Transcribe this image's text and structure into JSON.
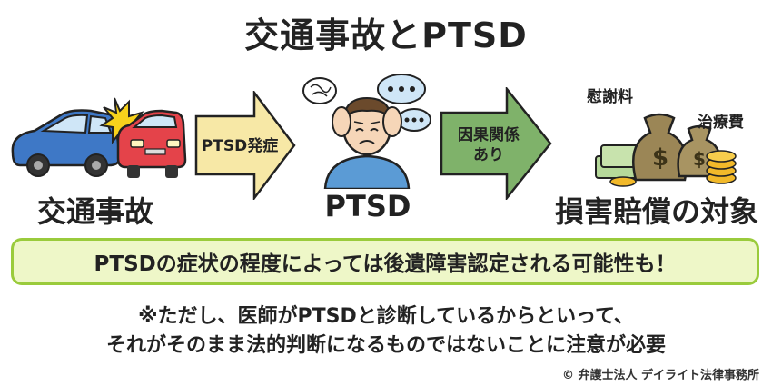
{
  "title": "交通事故とPTSD",
  "steps": [
    {
      "label": "交通事故"
    },
    {
      "label": "PTSD"
    },
    {
      "label": "損害賠償の対象"
    }
  ],
  "arrows": [
    {
      "label": "PTSD発症",
      "color": "#f7e8a6"
    },
    {
      "label_line1": "因果関係",
      "label_line2": "あり",
      "color": "#7fb26a"
    }
  ],
  "money_tags": {
    "tag1": "慰謝料",
    "tag2": "治療費"
  },
  "callout": {
    "text": "PTSDの症状の程度によっては後遺障害認定される可能性も！",
    "border_color": "#9acb3c",
    "bg_color": "#eef7c8"
  },
  "note": {
    "line1": "※ただし、医師がPTSDと診断しているからといって、",
    "line2": "それがそのまま法的判断になるものではないことに注意が必要"
  },
  "copyright": "© 弁護士法人 デイライト法律事務所"
}
